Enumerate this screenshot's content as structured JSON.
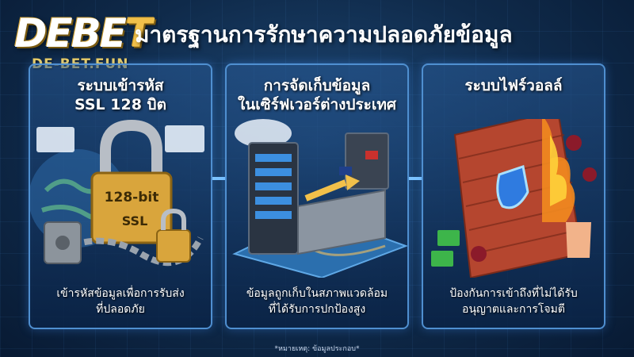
{
  "logo": {
    "word_main": "DEBE",
    "word_accent": "T",
    "url": "DE-BET.FUN"
  },
  "title": "มาตรฐานการรักษาความปลอดภัยข้อมูล",
  "panels": [
    {
      "title_line1": "ระบบเข้ารหัส",
      "title_line2": "SSL 128 บิต",
      "art_labels": [
        "128-bit",
        "SSL"
      ],
      "caption_line1": "เข้ารหัสข้อมูลเพื่อการรับส่ง",
      "caption_line2": "ที่ปลอดภัย"
    },
    {
      "title_line1": "การจัดเก็บข้อมูล",
      "title_line2": "ในเซิร์ฟเวอร์ต่างประเทศ",
      "caption_line1": "ข้อมูลถูกเก็บในสภาพแวดล้อม",
      "caption_line2": "ที่ได้รับการปกป้องสูง"
    },
    {
      "title_line1": "ระบบไฟร์วอลล์",
      "title_line2": "",
      "caption_line1": "ป้องกันการเข้าถึงที่ไม่ได้รับ",
      "caption_line2": "อนุญาตและการโจมตี"
    }
  ],
  "footnote": "*หมายเหตุ: ข้อมูลประกอบ*",
  "colors": {
    "accent": "#f1c04a",
    "panel_border": "#4f8fd0",
    "background": "#0f2a4a"
  }
}
